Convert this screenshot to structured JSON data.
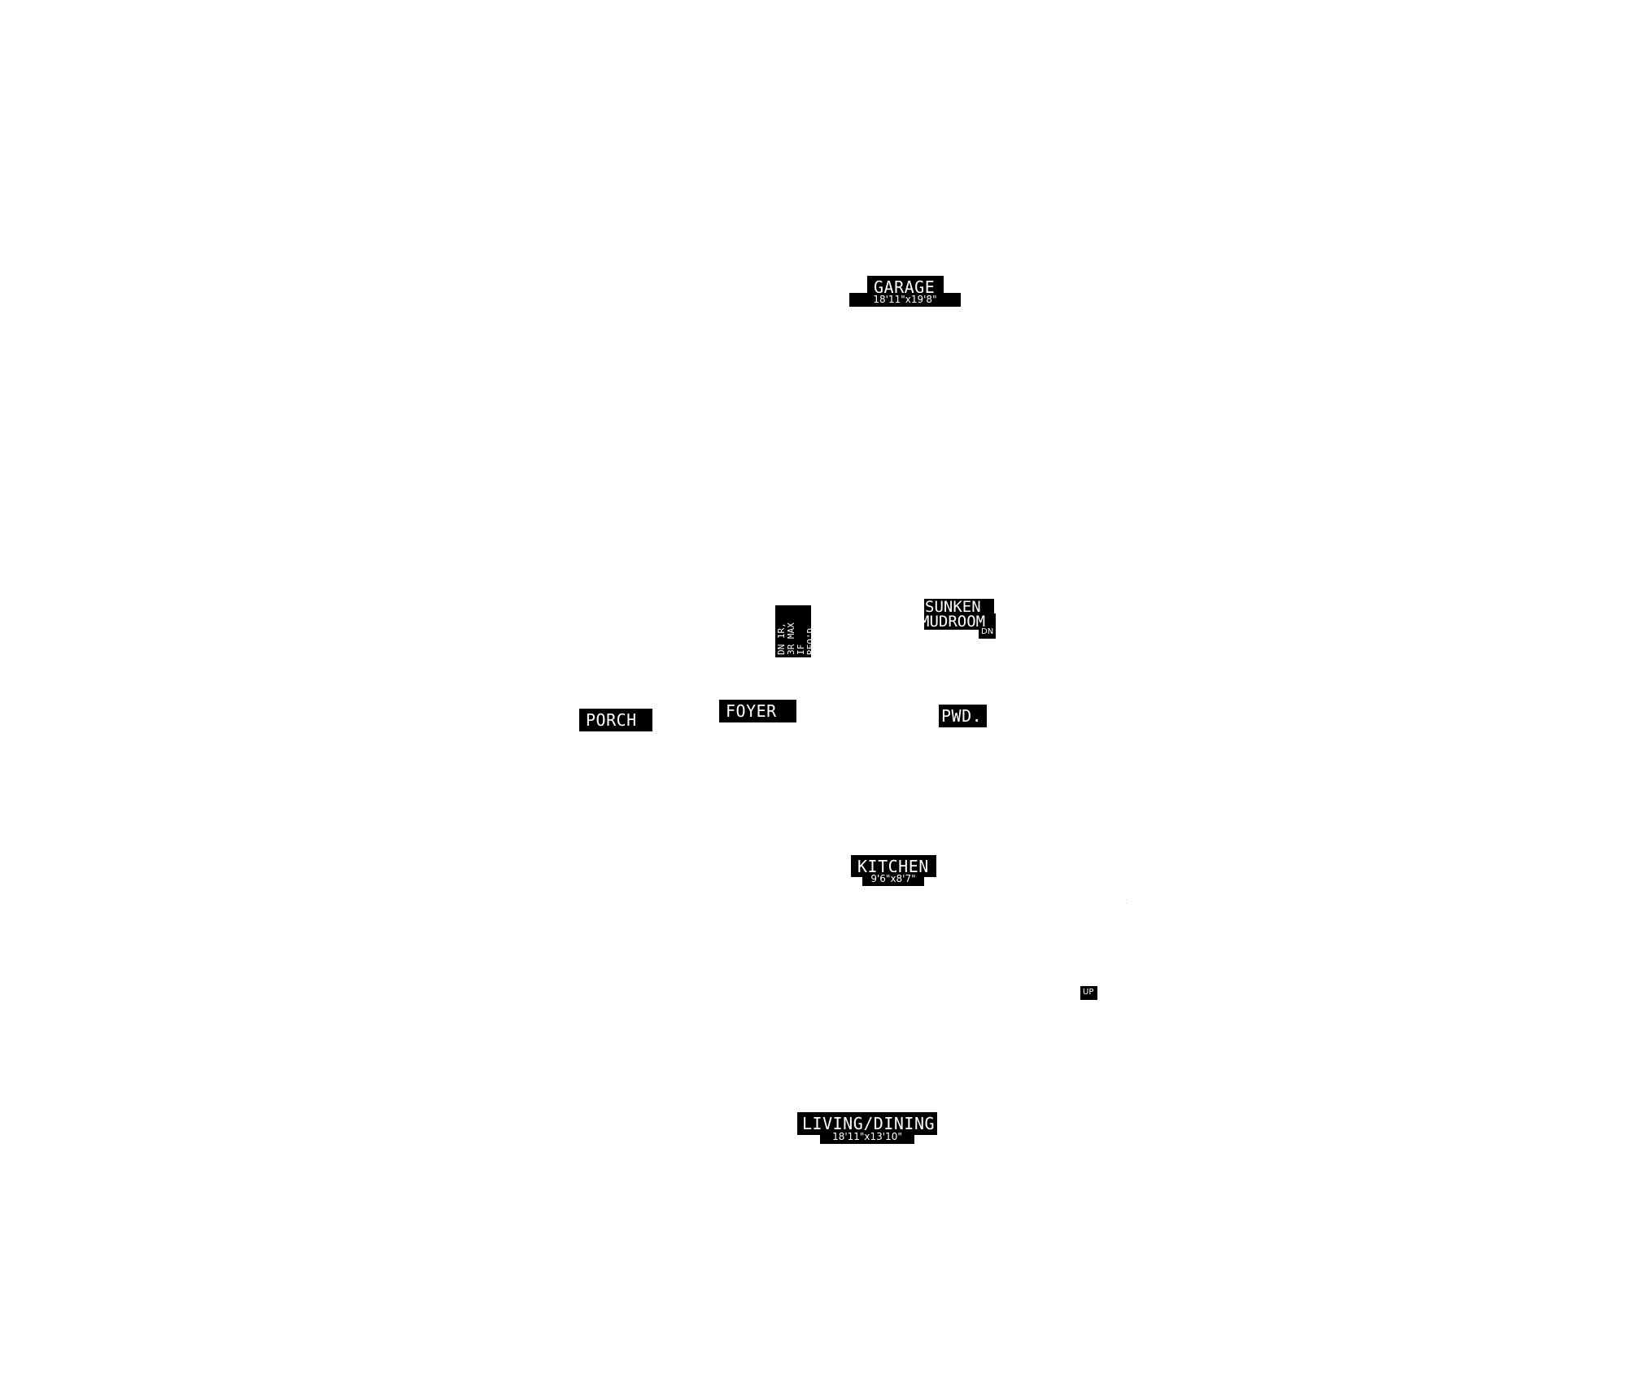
{
  "rooms": {
    "garage": {
      "name": "GARAGE",
      "dims": "18'11\"x19'8\""
    },
    "sunken": {
      "line1": "SUNKEN",
      "line2": "MUDROOM",
      "note": "DN"
    },
    "stair_note": {
      "line1": "DN 1R,",
      "line2": "3R MAX IF",
      "line3": "REQ'D"
    },
    "porch": {
      "name": "PORCH"
    },
    "foyer": {
      "name": "FOYER"
    },
    "powder": {
      "name": "PWD."
    },
    "kitchen": {
      "name": "KITCHEN",
      "dims": "9'6\"x8'7\""
    },
    "stair_up": {
      "name": "UP"
    },
    "living_dining": {
      "name": "LIVING/DINING",
      "dims": "18'11\"x13'10\""
    }
  },
  "colors": {
    "label_bg": "#000000",
    "label_text": "#ffffff",
    "background": "#ffffff"
  }
}
